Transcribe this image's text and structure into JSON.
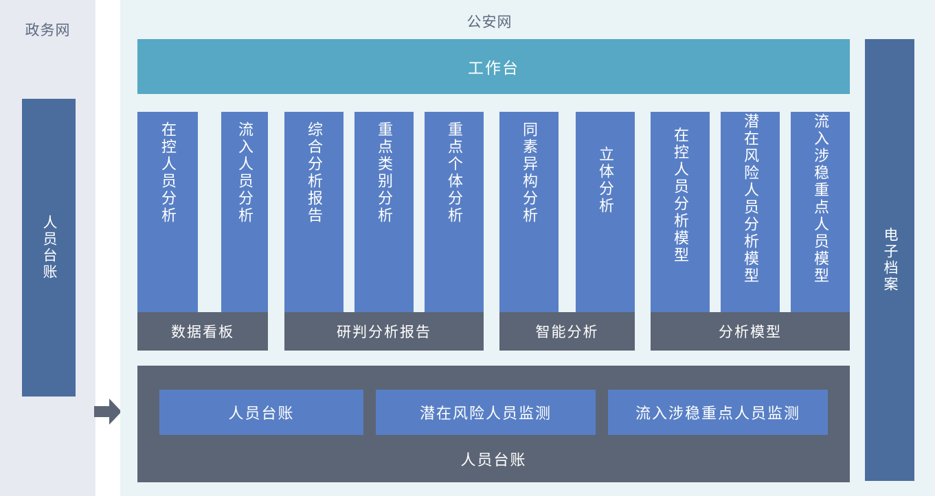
{
  "colors": {
    "gov_panel_bg": "#e8eaf2",
    "psn_panel_bg": "#eaf3f6",
    "side_bar_blue": "#4a6d9e",
    "workbench_teal": "#56a8c4",
    "card_blue": "#587fc5",
    "footer_gray": "#5c6575",
    "title_text": "#5d6b80",
    "arrow_gray": "#5c6575"
  },
  "gov_network": {
    "title": "政务网",
    "bar_label": "人员台账"
  },
  "flow": {
    "arrow_icon": "arrow-right-icon"
  },
  "psn_network": {
    "title": "公安网",
    "workbench_label": "工作台",
    "groups": [
      {
        "footer": "数据看板",
        "cards": [
          {
            "label": "在控人员分析"
          },
          {
            "label": "流入人员分析"
          }
        ]
      },
      {
        "footer": "研判分析报告",
        "cards": [
          {
            "label": "综合分析报告"
          },
          {
            "label": "重点类别分析"
          },
          {
            "label": "重点个体分析"
          }
        ]
      },
      {
        "footer": "智能分析",
        "cards": [
          {
            "label": "同素异构分析"
          },
          {
            "label": "立体分析"
          }
        ]
      },
      {
        "footer": "分析模型",
        "cards": [
          {
            "label": "在控人员分析模型"
          },
          {
            "label": "潜在风险人员分析模型"
          },
          {
            "label": "流入涉稳重点人员模型"
          }
        ]
      }
    ],
    "ledger": {
      "caption": "人员台账",
      "tiles": [
        {
          "label": "人员台账"
        },
        {
          "label": "潜在风险人员监测"
        },
        {
          "label": "流入涉稳重点人员监测"
        }
      ]
    }
  },
  "archive": {
    "bar_label": "电子档案"
  }
}
